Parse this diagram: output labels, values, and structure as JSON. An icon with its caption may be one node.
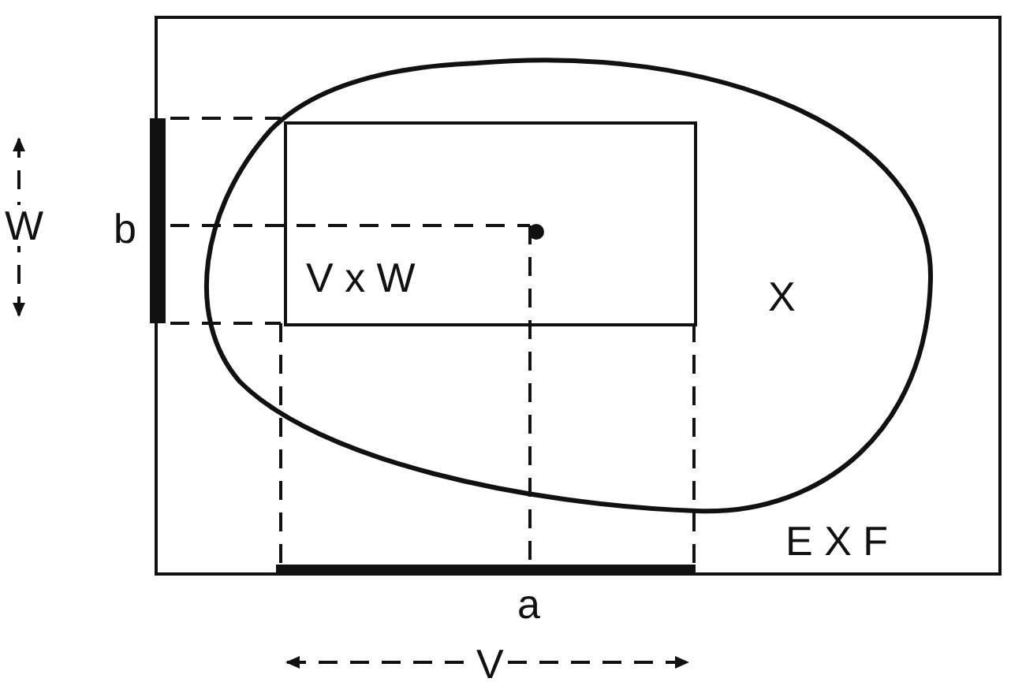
{
  "diagram": {
    "nodes": [
      {
        "text": [
          "E X F"
        ]
      },
      {
        "text": [
          "X"
        ],
        "in": 0
      },
      {
        "text": [
          "V x W"
        ],
        "in": 1
      },
      {
        "text": [],
        "shape": "circle",
        "in": 2
      }
    ],
    "labels": [
      "W",
      "b",
      "a",
      "V"
    ]
  }
}
